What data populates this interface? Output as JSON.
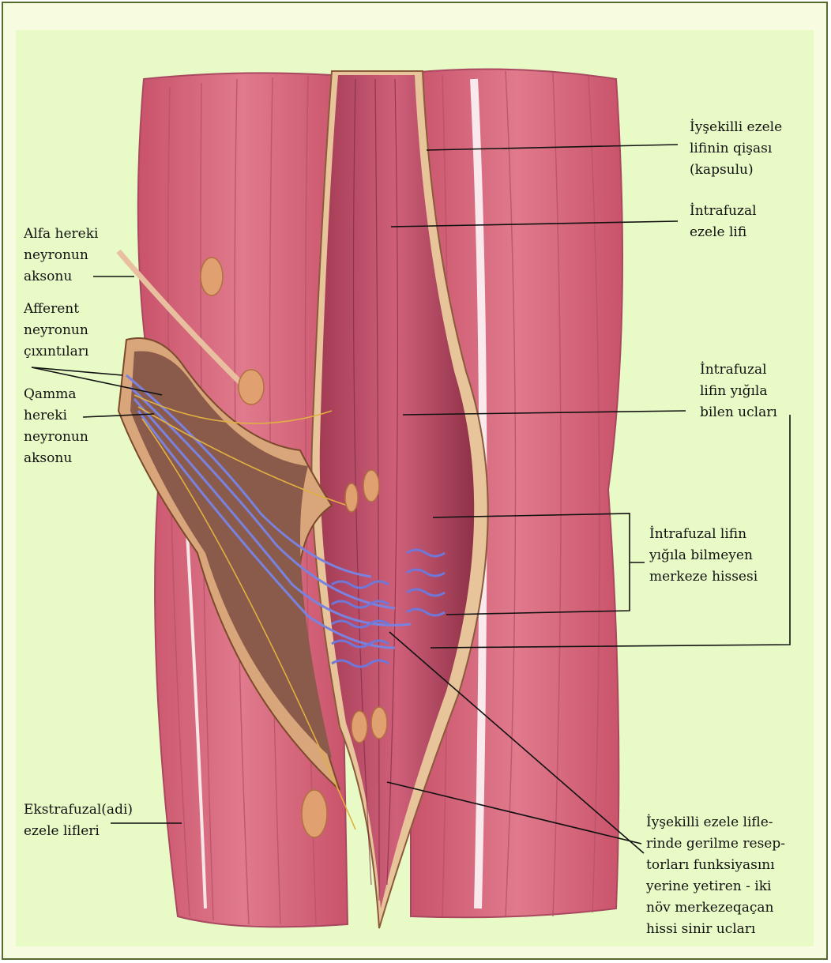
{
  "labels": {
    "capsule": "İyşekilli ezele\nlifinin qişası\n(kapsulu)",
    "intrafusal_fiber": "İntrafuzal\nezele lifi",
    "alpha_axon": "Alfa hereki\nneyronun\naksonu",
    "afferent": "Afferent\nneyronun\nçıxıntıları",
    "gamma_axon": "Qamma\nhereki\nneyronun\naksonu",
    "contractile_ends": "İntrafuzal\nlifin yığıla\nbilen ucları",
    "central_part": "İntrafuzal lifin\nyığıla bilmeyen\nmerkeze hissesi",
    "extrafusal": "Ekstrafuzal(adi)\nezele lifleri",
    "sensory_endings": "İyşekilli ezele lifle-\nrinde gerilme resep-\ntorları funksiyasını\nyerine yetiren - iki\nnöv merkezeqaçan\nhissi sinir ucları"
  },
  "colors": {
    "frame": "#556b2f",
    "background": "#e8fbc6",
    "muscle": "#d96a7e",
    "muscle_dark": "#b04860",
    "nerve_blue": "#6f78d8",
    "nerve_yellow": "#e0b040",
    "capsule": "#e8c49a"
  }
}
